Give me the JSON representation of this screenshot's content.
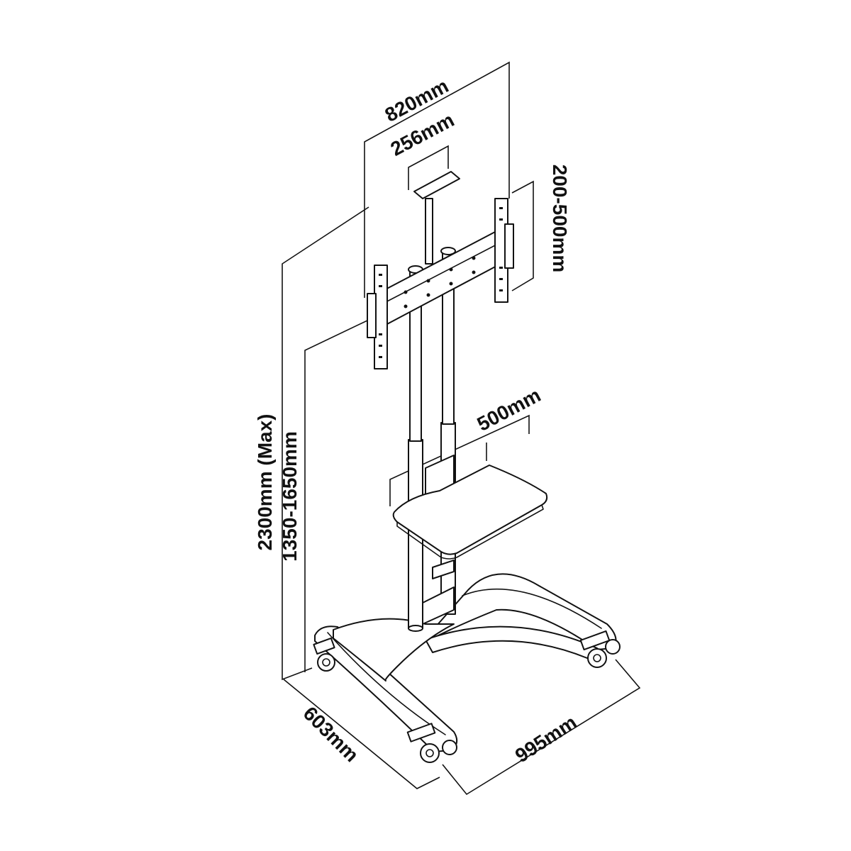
{
  "dimensions": {
    "mount_width": "820mm",
    "tray_width": "256mm",
    "vesa_height": "200-500mm",
    "shelf_width": "500mm",
    "max_height": "2300mm (Max)",
    "height_range": "1350-1650mm",
    "base_depth": "603mm",
    "base_width": "995mm"
  }
}
